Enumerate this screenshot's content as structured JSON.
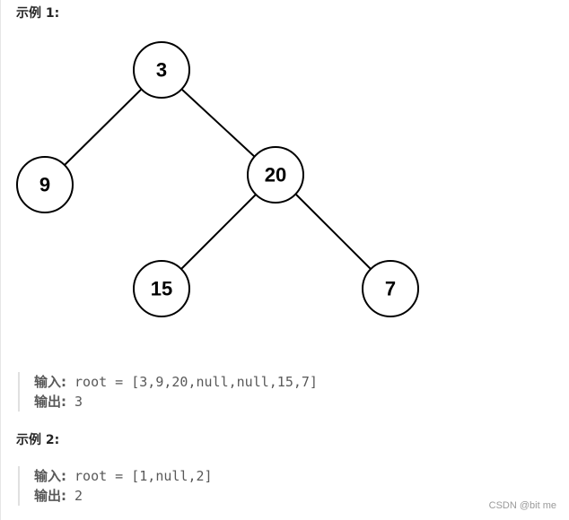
{
  "examples": [
    {
      "heading": "示例 1:",
      "tree": {
        "nodes": [
          {
            "id": "n3",
            "label": "3"
          },
          {
            "id": "n9",
            "label": "9"
          },
          {
            "id": "n20",
            "label": "20"
          },
          {
            "id": "n15",
            "label": "15"
          },
          {
            "id": "n7",
            "label": "7"
          }
        ],
        "edges": [
          {
            "from": "3",
            "to": "9"
          },
          {
            "from": "3",
            "to": "20"
          },
          {
            "from": "20",
            "to": "15"
          },
          {
            "from": "20",
            "to": "7"
          }
        ]
      },
      "input_label": "输入:",
      "input_value": " root = [3,9,20,null,null,15,7]",
      "output_label": "输出:",
      "output_value": " 3"
    },
    {
      "heading": "示例 2:",
      "input_label": "输入:",
      "input_value": " root = [1,null,2]",
      "output_label": "输出:",
      "output_value": " 2"
    }
  ],
  "watermark": "CSDN @bit me"
}
